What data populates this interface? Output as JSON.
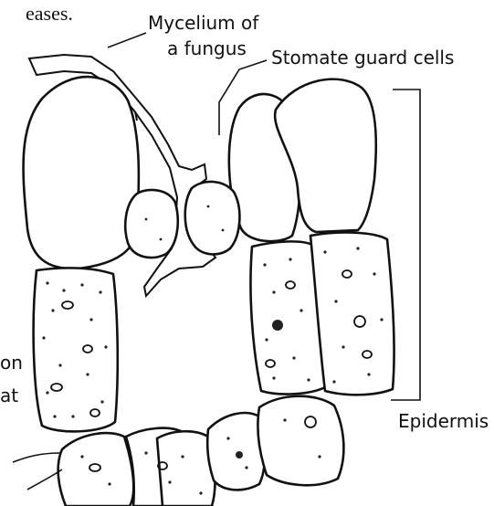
{
  "figure": {
    "top_text": "eases.",
    "labels": {
      "mycelium_line1": "Mycelium of",
      "mycelium_line2": "a fungus",
      "stomate": "Stomate guard cells",
      "epidermis": "Epidermis"
    },
    "cut_off_left": [
      "on",
      "at"
    ]
  },
  "style": {
    "ink": "#111111",
    "background": "#ffffff"
  }
}
